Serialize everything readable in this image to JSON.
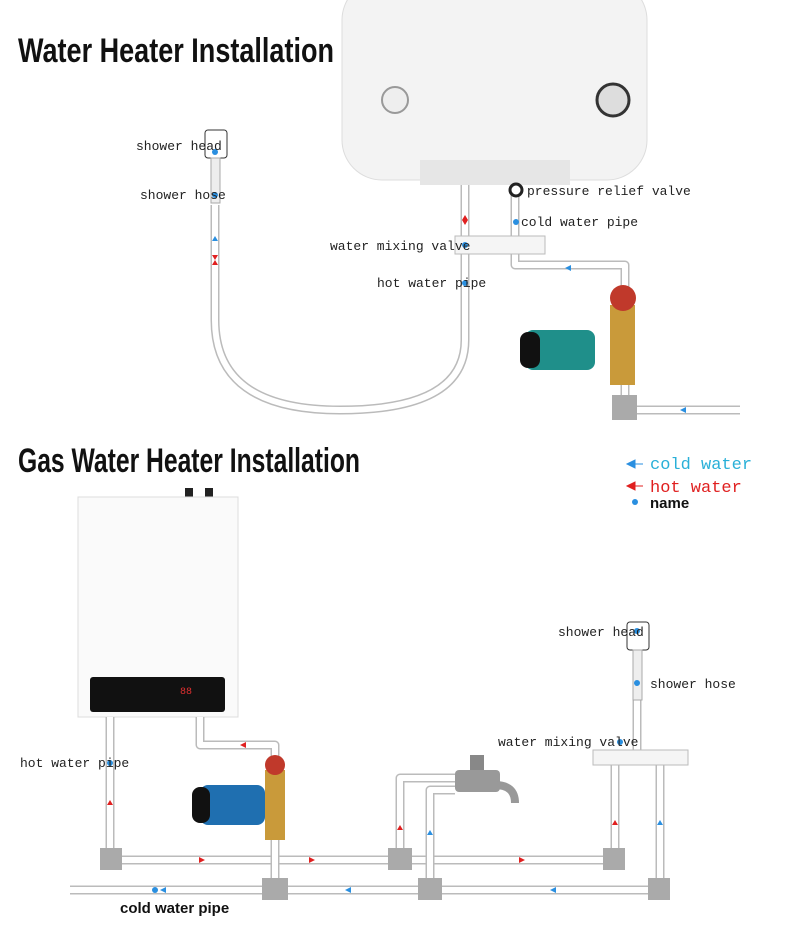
{
  "top": {
    "title": "Water Heater Installation",
    "labels": {
      "shower_head": "shower head",
      "shower_hose": "shower hose",
      "pressure_relief_valve": "pressure relief valve",
      "cold_water_pipe": "cold water pipe",
      "water_mixing_valve": "water mixing valve",
      "hot_water_pipe": "hot water pipe"
    }
  },
  "bottom": {
    "title": "Gas Water Heater Installation",
    "labels": {
      "shower_head": "shower head",
      "shower_hose": "shower hose",
      "water_mixing_valve": "water mixing valve",
      "hot_water_pipe": "hot water pipe",
      "cold_water_pipe": "cold water pipe"
    },
    "display": "88"
  },
  "legend": {
    "cold": "cold water",
    "hot": "hot water",
    "name": "name"
  },
  "colors": {
    "cold": "#2a8fe0",
    "hot": "#e02020",
    "pump": "#1f8f8a"
  }
}
